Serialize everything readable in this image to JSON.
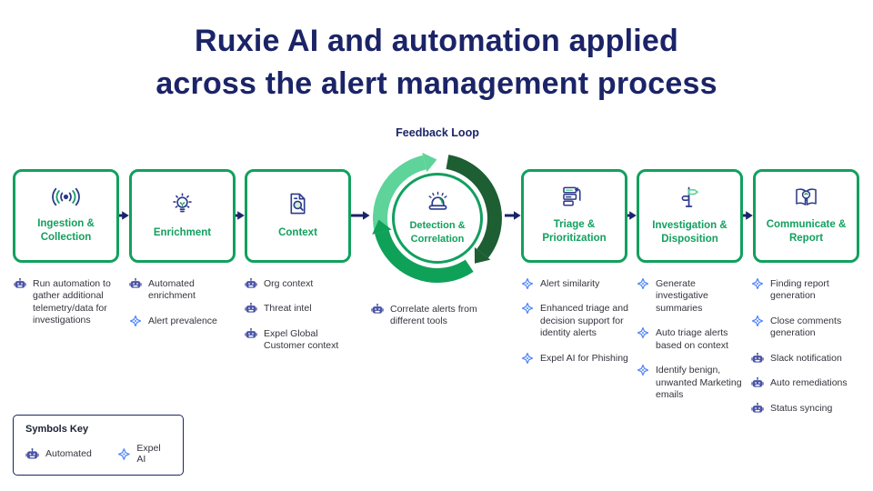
{
  "title": {
    "line1": "Ruxie AI and automation applied",
    "line2": "across the alert management process"
  },
  "feedback_loop": {
    "label": "Feedback Loop"
  },
  "colors": {
    "navy": "#1B2467",
    "green": "#12A05E",
    "arc_light_green": "#5ED39A",
    "arc_dark_green": "#1D5E33",
    "arc_mid_green": "#10A158",
    "expel_ai_blue": "#4F86F7",
    "automated_icon_navy": "#4A55A6",
    "bullet_text": "#33333D"
  },
  "stages": [
    {
      "label": "Ingestion & Collection",
      "icon": "signal-icon",
      "bullets": [
        {
          "icon": "automated-icon",
          "text": "Run automation to gather additional telemetry/data for investigations"
        }
      ]
    },
    {
      "label": "Enrichment",
      "icon": "lightbulb-icon",
      "bullets": [
        {
          "icon": "automated-icon",
          "text": "Automated enrichment"
        },
        {
          "icon": "expel-ai-icon",
          "text": "Alert prevalence"
        }
      ]
    },
    {
      "label": "Context",
      "icon": "document-search-icon",
      "bullets": [
        {
          "icon": "automated-icon",
          "text": "Org context"
        },
        {
          "icon": "automated-icon",
          "text": "Threat intel"
        },
        {
          "icon": "automated-icon",
          "text": "Expel Global Customer context"
        }
      ]
    },
    {
      "label": "Detection & Correlation",
      "icon": "siren-icon",
      "bullets": [
        {
          "icon": "automated-icon",
          "text": "Correlate alerts from different tools"
        }
      ]
    },
    {
      "label": "Triage & Prioritization",
      "icon": "priority-list-icon",
      "bullets": [
        {
          "icon": "expel-ai-icon",
          "text": "Alert similarity"
        },
        {
          "icon": "expel-ai-icon",
          "text": "Enhanced triage and decision support for identity alerts"
        },
        {
          "icon": "expel-ai-icon",
          "text": "Expel AI for Phishing"
        }
      ]
    },
    {
      "label": "Investigation & Disposition",
      "icon": "signpost-icon",
      "bullets": [
        {
          "icon": "expel-ai-icon",
          "text": "Generate investigative summaries"
        },
        {
          "icon": "expel-ai-icon",
          "text": "Auto triage alerts based on context"
        },
        {
          "icon": "expel-ai-icon",
          "text": "Identify benign, unwanted Marketing emails"
        }
      ]
    },
    {
      "label": "Communicate & Report",
      "icon": "report-book-icon",
      "bullets": [
        {
          "icon": "expel-ai-icon",
          "text": "Finding report generation"
        },
        {
          "icon": "expel-ai-icon",
          "text": "Close comments generation"
        },
        {
          "icon": "automated-icon",
          "text": "Slack notification"
        },
        {
          "icon": "automated-icon",
          "text": "Auto remediations"
        },
        {
          "icon": "automated-icon",
          "text": "Status syncing"
        }
      ]
    }
  ],
  "symbols_key": {
    "title": "Symbols Key",
    "items": [
      {
        "icon": "automated-icon",
        "label": "Automated"
      },
      {
        "icon": "expel-ai-icon",
        "label": "Expel AI"
      }
    ]
  }
}
